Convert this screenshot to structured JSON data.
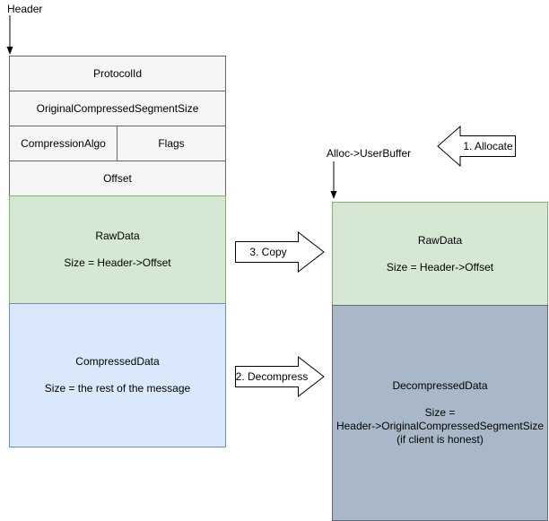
{
  "labels": {
    "header": "Header",
    "alloc_userbuffer": "Alloc->UserBuffer"
  },
  "message": {
    "fields": {
      "protocol_id": "ProtocolId",
      "original_compressed_segment_size": "OriginalCompressedSegmentSize",
      "compression_algo": "CompressionAlgo",
      "flags": "Flags",
      "offset": "Offset"
    },
    "raw_data": {
      "title": "RawData",
      "size": "Size = Header->Offset"
    },
    "compressed_data": {
      "title": "CompressedData",
      "size": "Size = the rest of the message"
    }
  },
  "buffer": {
    "raw_data": {
      "title": "RawData",
      "size": "Size = Header->Offset"
    },
    "decompressed_data": {
      "title": "DecompressedData",
      "size": "Size =\nHeader->OriginalCompressedSegmentSize\n(if client is honest)"
    }
  },
  "arrows": {
    "allocate": "1. Allocate",
    "decompress": "2. Decompress",
    "copy": "3. Copy"
  },
  "colors": {
    "field_fill": "#f5f5f5",
    "field_border": "#666666",
    "rawdata_fill": "#d5e8d4",
    "rawdata_border": "#82b366",
    "compressed_fill": "#dae8fc",
    "compressed_border": "#6c8ebf",
    "decompressed_fill": "#a8b8c8",
    "decompressed_border": "#5f6b7a",
    "arrow_fill": "#ffffff",
    "arrow_stroke": "#000000"
  }
}
